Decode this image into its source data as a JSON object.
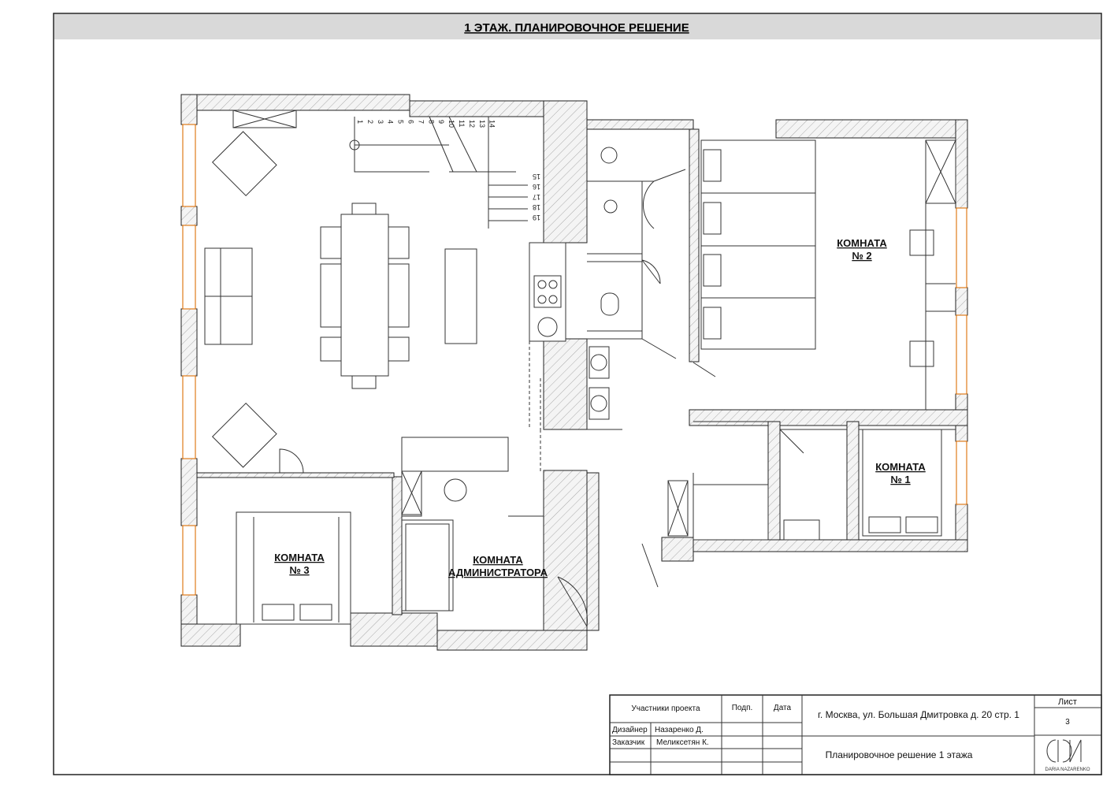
{
  "title": "1 ЭТАЖ. ПЛАНИРОВОЧНОЕ РЕШЕНИЕ",
  "rooms": {
    "room2": {
      "line1": "КОМНАТА",
      "line2": "№ 2"
    },
    "room1": {
      "line1": "КОМНАТА",
      "line2": "№ 1"
    },
    "room3": {
      "line1": "КОМНАТА",
      "line2": "№ 3"
    },
    "admin": {
      "line1": "КОМНАТА",
      "line2": "АДМИНИСТРАТОРА"
    }
  },
  "stair_numbers": [
    "1",
    "2",
    "3",
    "4",
    "5",
    "6",
    "7",
    "8",
    "9",
    "10",
    "11",
    "12",
    "13",
    "14",
    "15",
    "16",
    "17",
    "18",
    "19"
  ],
  "title_block": {
    "participants": "Участники проекта",
    "sign": "Подп.",
    "date": "Дата",
    "designer_role": "Дизайнер",
    "designer_name": "Назаренко Д.",
    "client_role": "Заказчик",
    "client_name": "Меликсетян К.",
    "address": "г. Москва, ул. Большая Дмитровка д. 20 стр. 1",
    "sheet_label": "Лист",
    "sheet_number": "3",
    "drawing_name": "Планировочное решение 1 этажа",
    "logo_text": "DARIA NAZARENKO"
  }
}
